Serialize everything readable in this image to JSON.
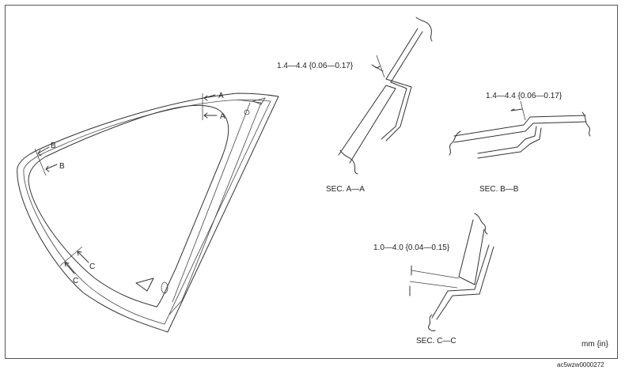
{
  "glass": {
    "markers": [
      "A",
      "A",
      "B",
      "B",
      "C",
      "C"
    ]
  },
  "sections": {
    "aa": {
      "label": "SEC. A—A",
      "dimension": "1.4—4.4 {0.06—0.17}"
    },
    "bb": {
      "label": "SEC. B—B",
      "dimension": "1.4—4.4 {0.06—0.17}"
    },
    "cc": {
      "label": "SEC. C—C",
      "dimension": "1.0—4.0 {0.04—0.15}"
    }
  },
  "units": "mm {in}",
  "figure_code": "ac5wzw0000272"
}
